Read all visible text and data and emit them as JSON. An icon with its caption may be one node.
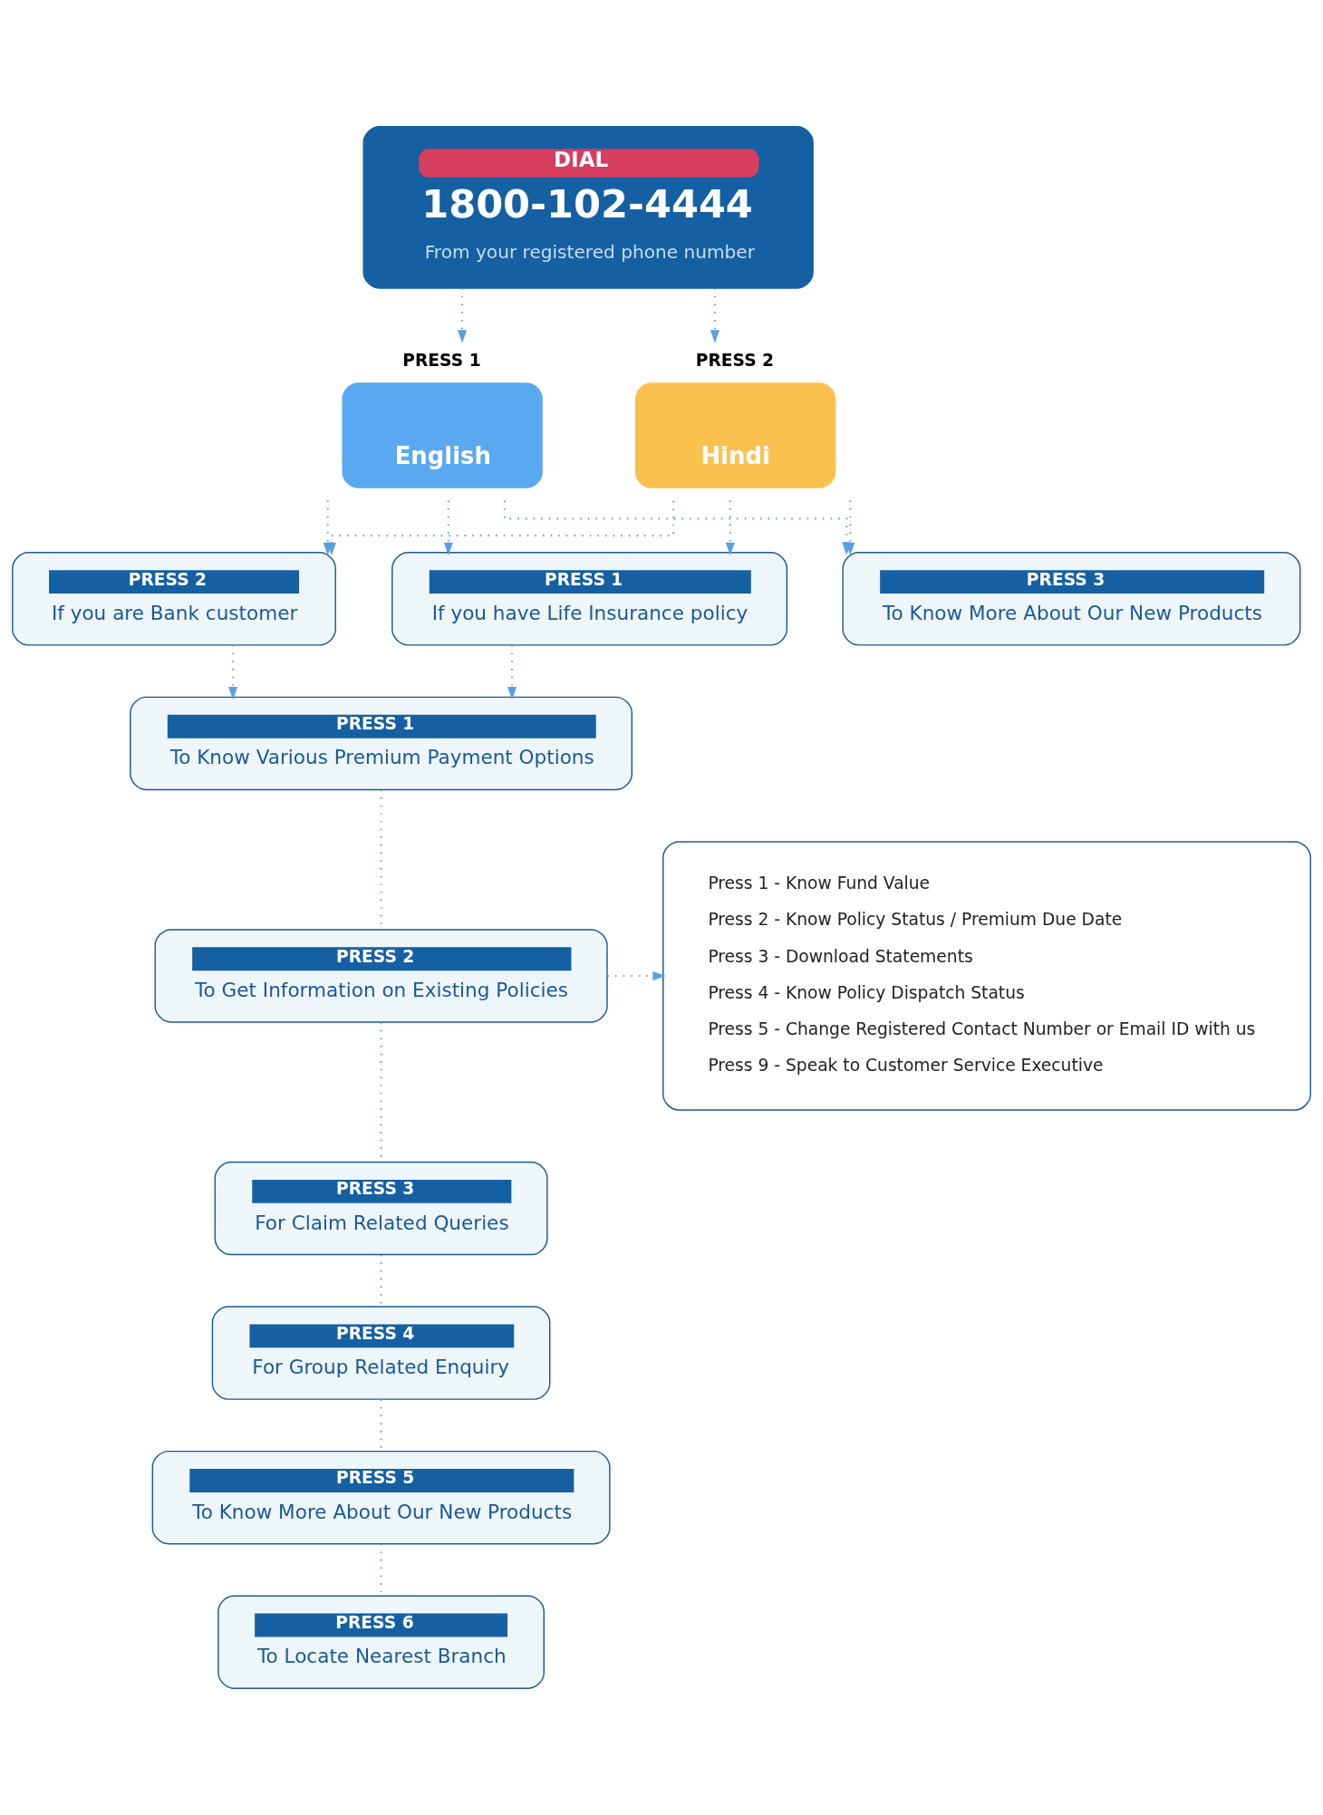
{
  "diagram": {
    "nodes": [
      {
        "text": [
          "DIAL",
          "1800-102-4444",
          "From your registered phone number"
        ]
      },
      {
        "text": [
          "English"
        ],
        "beside": [
          "PRESS 1"
        ]
      },
      {
        "text": [
          "Hindi"
        ],
        "beside": [
          "PRESS 2"
        ]
      },
      {
        "text": [
          "PRESS 1",
          "If you have Life Insurance policy"
        ]
      },
      {
        "text": [
          "PRESS 2",
          "If you are Bank customer"
        ]
      },
      {
        "text": [
          "PRESS 3",
          "To Know More About Our New Products"
        ]
      },
      {
        "text": [
          "PRESS 1",
          "To Know Various Premium Payment Options"
        ]
      },
      {
        "text": [
          "PRESS 2",
          "To Get Information on Existing Policies"
        ]
      },
      {
        "text": [
          "PRESS 3",
          "For Claim Related Queries"
        ]
      },
      {
        "text": [
          "PRESS 4",
          "For Group Related Enquiry"
        ]
      },
      {
        "text": [
          "PRESS 5",
          "To Know More About Our New Products"
        ]
      },
      {
        "text": [
          "PRESS 6",
          "To Locate Nearest Branch"
        ]
      },
      {
        "text": [
          "Press 1 - Know Fund Value",
          "Press 2 - Know Policy Status / Premium Due Date",
          "Press 3 - Download Statements",
          "Press 4 - Know Policy Dispatch Status",
          "Press 5 - Change Registered Contact Number or Email ID with us",
          "Press 9 - Speak to Customer Service Executive"
        ]
      }
    ],
    "edges": [
      {
        "from": 0,
        "to": 1,
        "arrow": "to"
      },
      {
        "from": 0,
        "to": 2,
        "arrow": "to"
      },
      {
        "from": 1,
        "to": 3,
        "arrow": "to"
      },
      {
        "from": 1,
        "to": 4,
        "arrow": "to"
      },
      {
        "from": 1,
        "to": 5,
        "arrow": "to"
      },
      {
        "from": 2,
        "to": 3,
        "arrow": "to"
      },
      {
        "from": 2,
        "to": 4,
        "arrow": "to"
      },
      {
        "from": 2,
        "to": 5,
        "arrow": "to"
      },
      {
        "from": 3,
        "to": 6,
        "arrow": "to"
      },
      {
        "from": 4,
        "to": 6,
        "arrow": "to"
      },
      {
        "from": 6,
        "to": 7,
        "arrow": "none"
      },
      {
        "from": 7,
        "to": 8,
        "arrow": "none"
      },
      {
        "from": 8,
        "to": 9,
        "arrow": "none"
      },
      {
        "from": 9,
        "to": 10,
        "arrow": "none"
      },
      {
        "from": 10,
        "to": 11,
        "arrow": "none"
      },
      {
        "from": 7,
        "to": 12,
        "arrow": "to"
      }
    ]
  }
}
